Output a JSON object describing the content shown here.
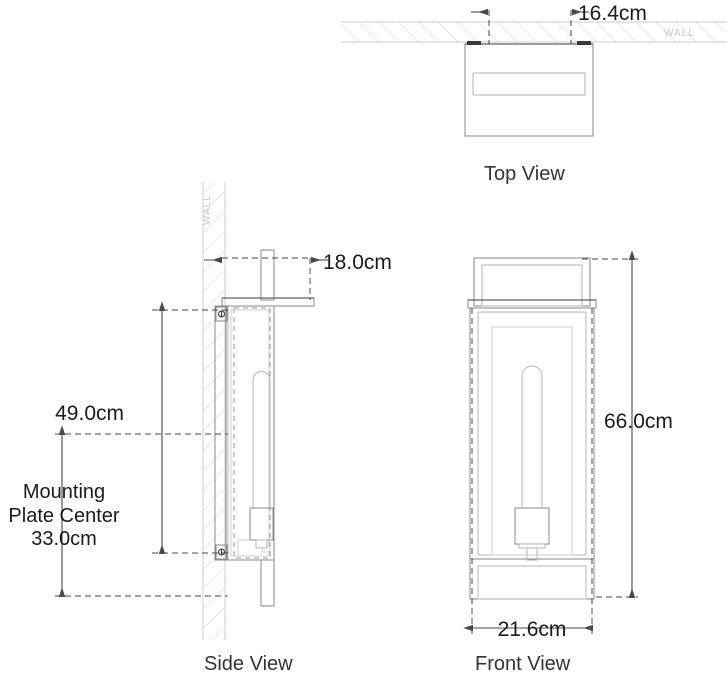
{
  "document": {
    "type": "technical-dimension-drawing",
    "subject": "wall sconce light fixture",
    "units": "cm"
  },
  "views": [
    {
      "id": "top",
      "label": "Top View"
    },
    {
      "id": "side",
      "label": "Side View"
    },
    {
      "id": "front",
      "label": "Front View"
    }
  ],
  "labels": {
    "top_view": "Top View",
    "side_view": "Side View",
    "front_view": "Front View",
    "wall": "WALL"
  },
  "dimensions": {
    "top_depth": "16.4cm",
    "side_projection": "18.0cm",
    "side_height": "49.0cm",
    "mounting_plate_center_line1": "Mounting",
    "mounting_plate_center_line2": "Plate Center",
    "mounting_plate_center_line3": "33.0cm",
    "front_height": "66.0cm",
    "front_width": "21.6cm"
  },
  "measurements": [
    {
      "name": "depth-from-wall-top-view",
      "value": 16.4,
      "unit": "cm",
      "view": "top"
    },
    {
      "name": "projection-from-wall",
      "value": 18.0,
      "unit": "cm",
      "view": "side"
    },
    {
      "name": "fixture-body-height",
      "value": 49.0,
      "unit": "cm",
      "view": "side"
    },
    {
      "name": "mounting-plate-center-height",
      "value": 33.0,
      "unit": "cm",
      "view": "side"
    },
    {
      "name": "overall-height",
      "value": 66.0,
      "unit": "cm",
      "view": "front"
    },
    {
      "name": "overall-width",
      "value": 21.6,
      "unit": "cm",
      "view": "front"
    }
  ],
  "colors": {
    "line_dark": "#3a3a3a",
    "line_mid": "#8a8a8a",
    "line_light": "#b6b6b6",
    "hatch": "#d2d2d2",
    "text": "#1a1a1a",
    "wall_text": "#c8c8c8",
    "background": "#ffffff"
  }
}
